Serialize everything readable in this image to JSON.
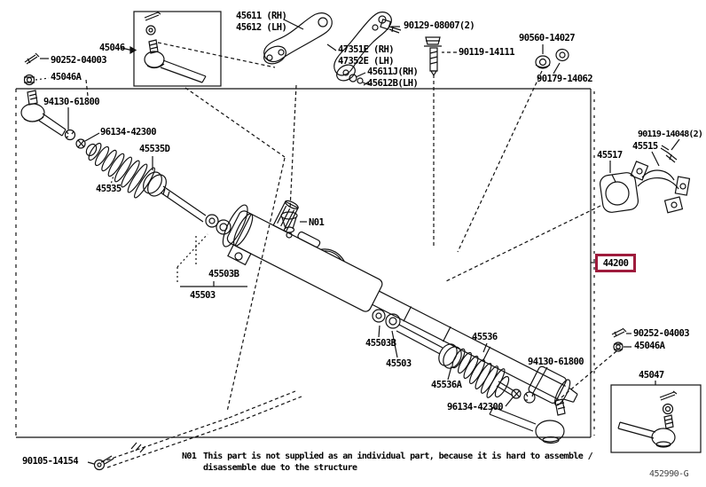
{
  "diagram": {
    "highlight_color": "#9e1b3c",
    "code": "452990-G"
  },
  "labels": {
    "l90252_top": "90252-04003",
    "l45046a_top": "45046A",
    "l45046": "45046",
    "l45611": "45611 (RH)",
    "l45612": "45612 (LH)",
    "l47351e": "47351E (RH)",
    "l47352e": "47352E (LH)",
    "l45611j": "45611J(RH)",
    "l45612b": "45612B(LH)",
    "l90129": "90129-08007(2)",
    "l90119_14111": "90119-14111",
    "l90560": "90560-14027",
    "l90179": "90179-14062",
    "l94130_left": "94130-61800",
    "l96134_left": "96134-42300",
    "l45535d": "45535D",
    "l45535": "45535",
    "l90119_14048": "90119-14048(2)",
    "l45515": "45515",
    "l45517": "45517",
    "l44200": "44200",
    "ln01": "N01",
    "l45503b_c": "45503B",
    "l45503_c": "45503",
    "l45503b_b": "45503B",
    "l45503_b": "45503",
    "l45536": "45536",
    "l45536a": "45536A",
    "l96134_bottom": "96134-42300",
    "l94130_bottom": "94130-61800",
    "l90252_bottom": "90252-04003",
    "l45046a_bottom": "45046A",
    "l45047": "45047",
    "l90105": "90105-14154"
  },
  "note": {
    "marker": "N01",
    "line1": "This part is not supplied as an individual part, because it is hard to assemble /",
    "line2": "disassemble due to the structure"
  }
}
